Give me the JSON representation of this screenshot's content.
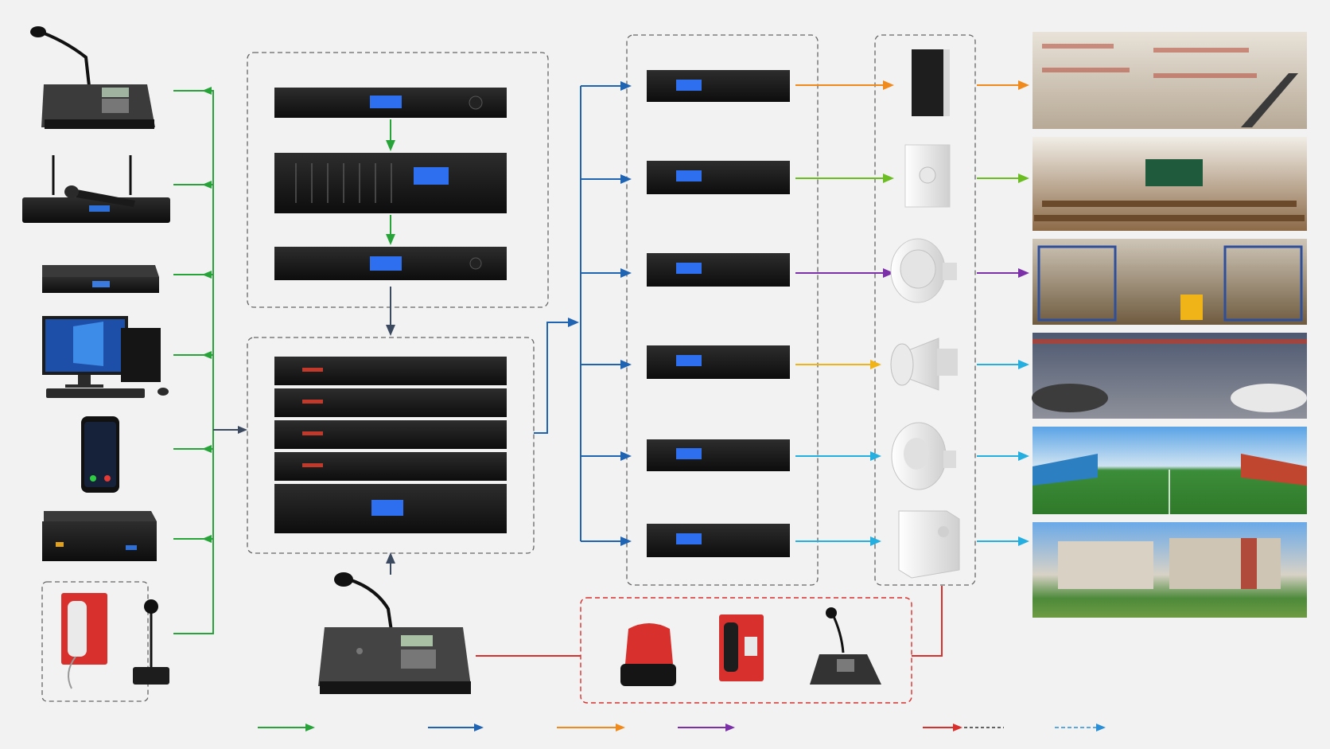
{
  "diagram": {
    "columns": [
      "sources",
      "processing",
      "amplifiers",
      "speakers",
      "venues"
    ],
    "sources": [
      "desk-microphone",
      "wireless-microphone-receiver",
      "media-player",
      "desktop-computer",
      "smartphone-app",
      "network-mini-pc",
      "emergency-phone-and-mic-station"
    ],
    "processing_chain": [
      "preamp-processor",
      "audio-mixer",
      "matrix-processor"
    ],
    "server_stack": [
      "amplifier-unit-1",
      "amplifier-unit-2",
      "amplifier-unit-3",
      "amplifier-unit-4",
      "network-server"
    ],
    "zone_amplifiers": [
      "zone-amplifier-1",
      "zone-amplifier-2",
      "zone-amplifier-3",
      "zone-amplifier-4",
      "zone-amplifier-5",
      "zone-amplifier-6"
    ],
    "speakers": [
      "column-speaker",
      "wall-speaker",
      "ceiling-speaker",
      "horn-speaker",
      "projection-speaker",
      "box-speaker"
    ],
    "venues": [
      "shopping-mall",
      "classroom",
      "warehouse",
      "parking-garage",
      "sports-field",
      "campus"
    ],
    "emergency_devices": [
      "alarm-beacon",
      "emergency-telephone",
      "paging-microphone"
    ],
    "colors": {
      "source_link": "#27a33a",
      "network_link": "#1f63b3",
      "zone_colors": [
        "#f08a1c",
        "#6cbd24",
        "#7b2fa8",
        "#f0b418",
        "#25aee0",
        "#25aee0"
      ],
      "alarm_link": "#d8302c",
      "dashed_border": "#666666"
    },
    "legend": [
      {
        "color": "#27a33a",
        "style": "solid"
      },
      {
        "color": "#1f63b3",
        "style": "solid"
      },
      {
        "color": "#f08a1c",
        "style": "solid"
      },
      {
        "color": "#7b2fa8",
        "style": "solid"
      },
      {
        "color": "#d8302c",
        "style": "solid-dashed"
      },
      {
        "color": "#2a8fd6",
        "style": "dashed"
      }
    ]
  }
}
